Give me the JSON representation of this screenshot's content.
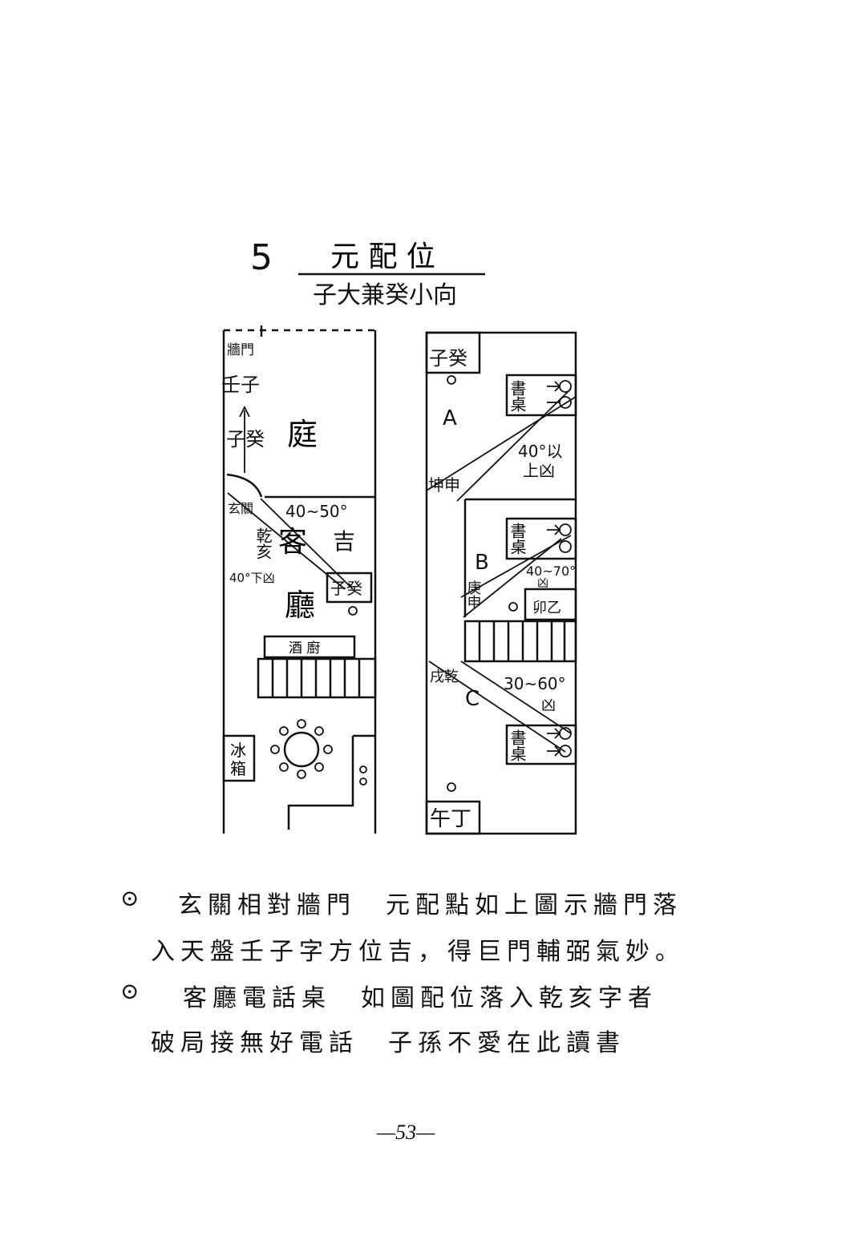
{
  "heading": {
    "number": "5",
    "title": "元 配 位",
    "subtitle": "子大兼癸小向"
  },
  "left_plan": {
    "wall_gate": "牆門",
    "ren_zi": "壬子",
    "zi_gui": "子癸",
    "courtyard": "庭",
    "entrance": "玄關",
    "qian_hai": "乾亥",
    "angle_good": "40~50°",
    "good": "吉",
    "living_1": "客",
    "living_2": "廳",
    "angle_bad": "40°下凶",
    "phone_box": "子癸",
    "bar": "酒 廚",
    "fridge_1": "冰",
    "fridge_2": "箱"
  },
  "right_plan": {
    "top_box": "子癸",
    "room_a": "A",
    "desk_a": "書桌",
    "angle_a": "40°以",
    "bad_a": "上凶",
    "kun_shen": "坤申",
    "room_b": "B",
    "desk_b": "書桌",
    "angle_b": "40~70°",
    "bad_b": "凶",
    "geng_shen": "庚申",
    "mao_yi": "卯乙",
    "room_c": "C",
    "xu_qian": "戌乾",
    "angle_c": "30~60°",
    "bad_c": "凶",
    "desk_c": "書桌",
    "bottom_box": "午丁"
  },
  "body": {
    "bullet": "⊙",
    "p1_line1": "玄關相對牆門　元配點如上圖示牆門落",
    "p1_line2": "入天盤壬子字方位吉，得巨門輔弼氣妙。",
    "p2_line1": "客廳電話桌　如圖配位落入乾亥字者",
    "p2_line2": "破局接無好電話　子孫不愛在此讀書"
  },
  "page_number": "—53—"
}
